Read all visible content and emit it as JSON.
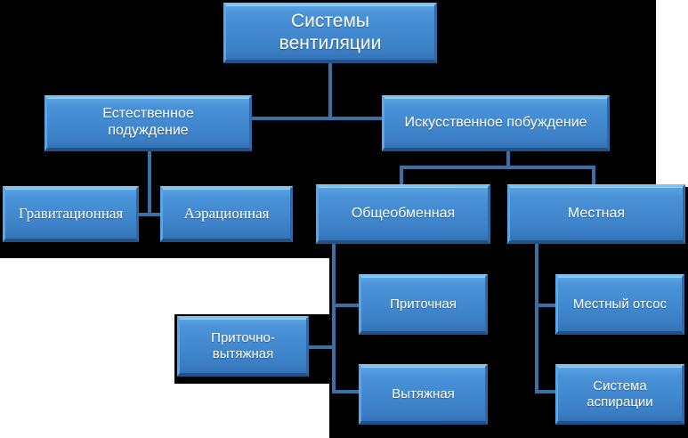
{
  "diagram": {
    "title": "Системы вентиляции",
    "type": "organizational-tree",
    "background_color": "#000000",
    "page_color": "#ffffff",
    "node_fill_top": "#5ba3e3",
    "node_fill_bottom": "#3372b4",
    "node_bevel_light": "#7cc2f2",
    "node_bevel_dark": "#1f5286",
    "node_text_color": "#ffffff",
    "connector_color": "#3c6fa5",
    "nodes": [
      {
        "id": "root",
        "label": "Системы\nвентиляции",
        "line1": "Системы",
        "line2": "вентиляции",
        "level": 0
      },
      {
        "id": "natural",
        "label": "Естественное\nподуждение",
        "line1": "Естественное",
        "line2": "подуждение",
        "level": 1
      },
      {
        "id": "artificial",
        "label": "Искусственное побуждение",
        "line1": "Искусственное побуждение",
        "line2": "",
        "level": 1
      },
      {
        "id": "gravity",
        "label": "Гравитационная",
        "line1": "Гравитационная",
        "line2": "",
        "level": 2
      },
      {
        "id": "aeration",
        "label": "Аэрационная",
        "line1": "Аэрационная",
        "line2": "",
        "level": 2
      },
      {
        "id": "general",
        "label": "Общеобменная",
        "line1": "Общеобменная",
        "line2": "",
        "level": 2
      },
      {
        "id": "local",
        "label": "Местная",
        "line1": "Местная",
        "line2": "",
        "level": 2
      },
      {
        "id": "supply",
        "label": "Приточная",
        "line1": "Приточная",
        "line2": "",
        "level": 3
      },
      {
        "id": "exhaust",
        "label": "Вытяжная",
        "line1": "Вытяжная",
        "line2": "",
        "level": 3
      },
      {
        "id": "supplyexh",
        "label": "Приточно-\nвытяжная",
        "line1": "Приточно-",
        "line2": "вытяжная",
        "level": 3
      },
      {
        "id": "localexh",
        "label": "Местный отсос",
        "line1": "Местный отсос",
        "line2": "",
        "level": 3
      },
      {
        "id": "aspiration",
        "label": "Система\nаспирации",
        "line1": "Система",
        "line2": "аспирации",
        "level": 3
      }
    ]
  }
}
